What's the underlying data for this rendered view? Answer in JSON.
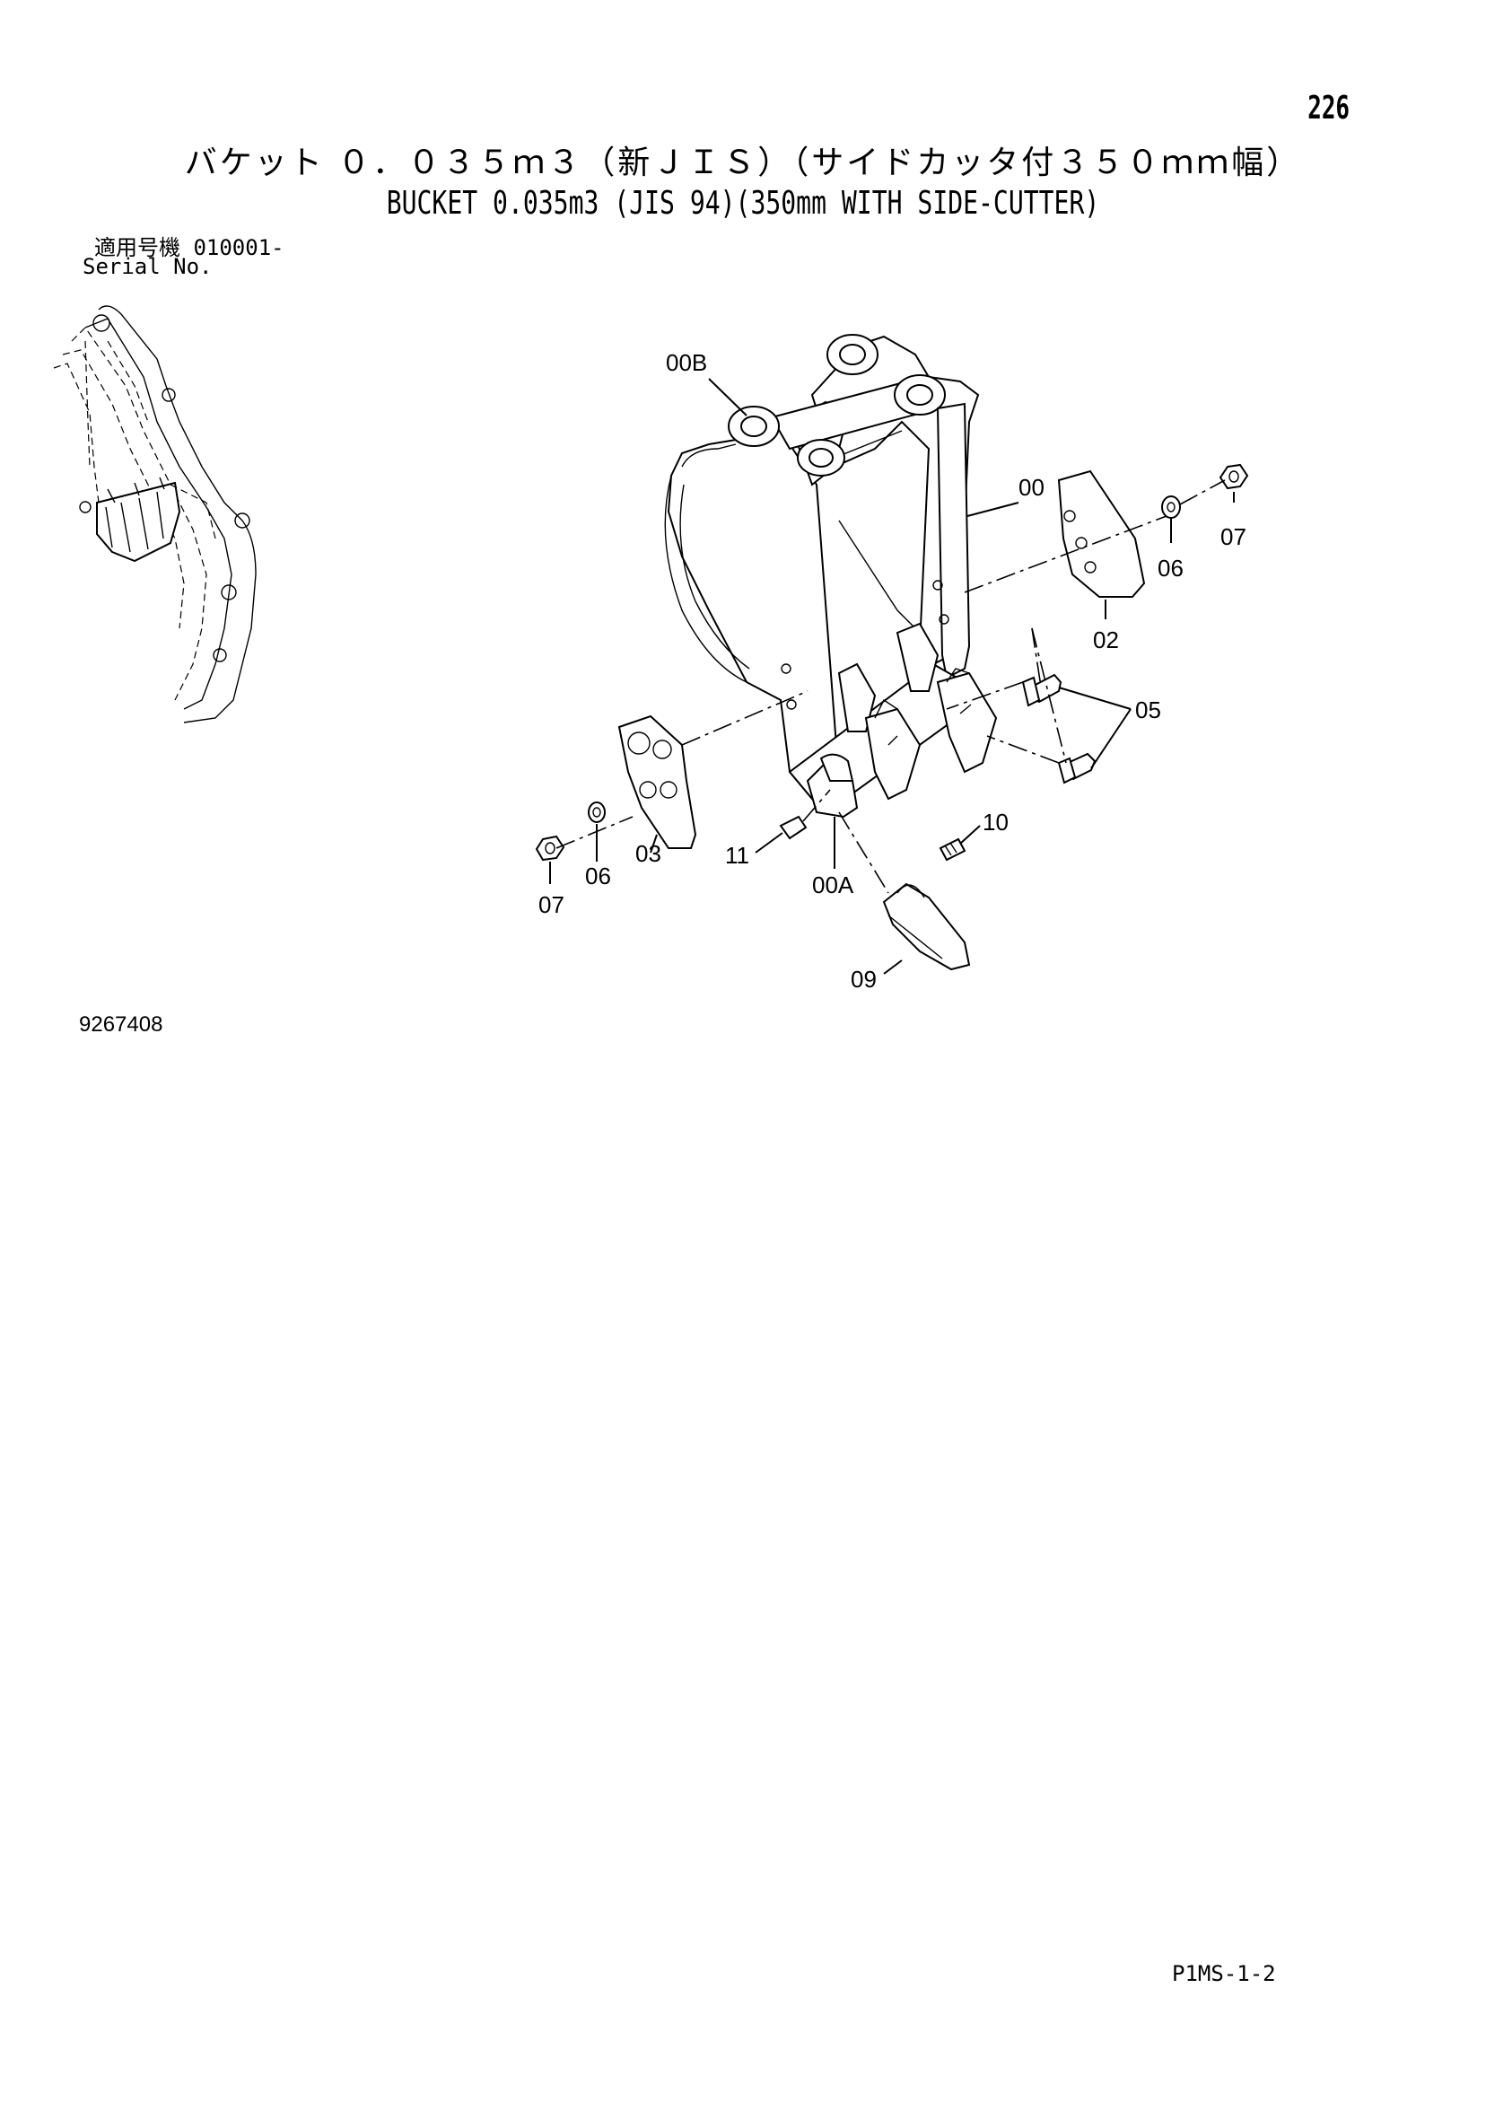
{
  "page_number": "226",
  "title_ja": "バケット ０．０３５ｍ３（新ＪＩＳ）（サイドカッタ付３５０ｍｍ幅）",
  "title_en": "BUCKET 0.035m3 (JIS 94)(350mm WITH SIDE-CUTTER)",
  "serial": {
    "label_ja": "適用号機",
    "value": "010001-",
    "label_en": "Serial No."
  },
  "callouts": {
    "c00B": "00B",
    "c00": "00",
    "c07a": "07",
    "c06a": "06",
    "c02": "02",
    "c05": "05",
    "c03": "03",
    "c11": "11",
    "c10": "10",
    "c00A": "00A",
    "c06b": "06",
    "c07b": "07",
    "c09": "09"
  },
  "doc_number": "9267408",
  "footer_code": "P1MS-1-2"
}
